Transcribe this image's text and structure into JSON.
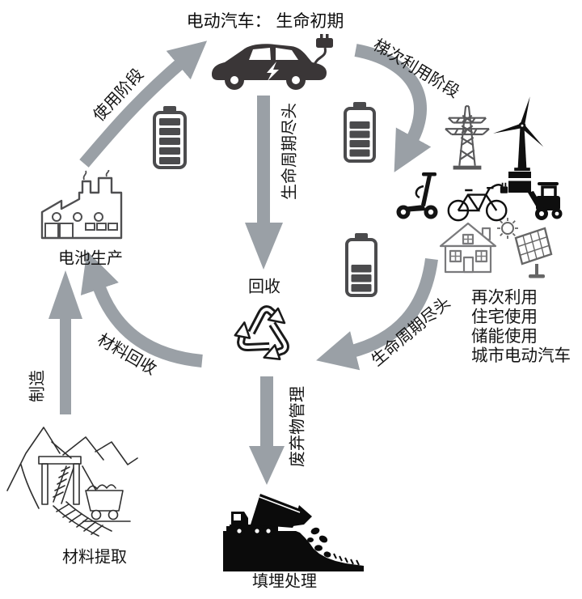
{
  "diagram": {
    "title": "电动汽车： 生命初期",
    "nodes": {
      "battery_production": "电池生产",
      "recycling": "回收",
      "material_extraction": "材料提取",
      "landfill": "填埋处理"
    },
    "second_life_uses": [
      "再次利用",
      "住宅使用",
      "储能使用",
      "城市电动汽车"
    ],
    "flows": {
      "use_phase": "使用阶段",
      "cascade_use_phase": "梯次利用阶段",
      "end_of_life_center": "生命周期尽头",
      "end_of_life_right": "生命周期尽头",
      "material_recycling": "材料回收",
      "manufacturing": "制造",
      "waste_management": "废弃物管理"
    },
    "icons": [
      "electric-car-icon",
      "battery-full-icon",
      "battery-medium-icon",
      "battery-low-icon",
      "transmission-tower-icon",
      "wind-turbine-icon",
      "scooter-icon",
      "electric-bicycle-icon",
      "forklift-icon",
      "house-icon",
      "solar-panel-icon",
      "recycle-icon",
      "factory-icon",
      "mine-icon",
      "dump-truck-landfill-icon"
    ],
    "colors": {
      "arrow": "#9aa0a6",
      "text": "#141414",
      "car_dark": "#3a3637",
      "icon_black": "#0e0e0e",
      "outline_gray": "#4f4f51"
    }
  }
}
